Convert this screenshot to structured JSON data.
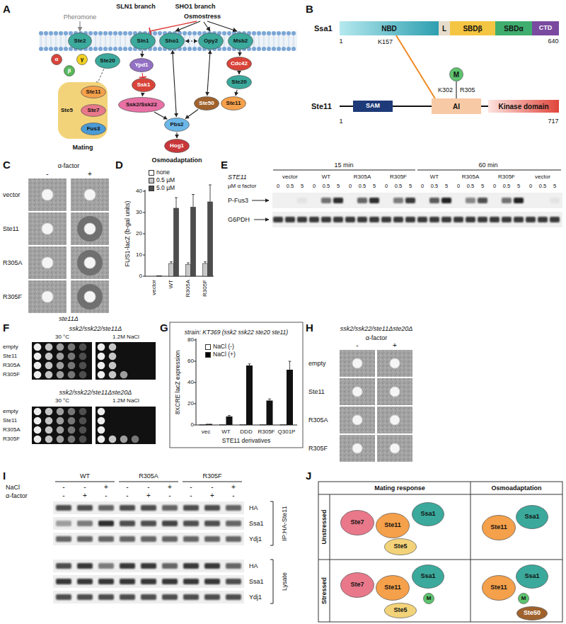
{
  "diagram": {
    "nodes": [
      {
        "text": [
          "Ste2"
        ]
      },
      {
        "text": [
          "α"
        ]
      },
      {
        "text": [
          "β"
        ]
      },
      {
        "text": [
          "γ"
        ]
      },
      {
        "text": [
          "Ste20"
        ]
      },
      {
        "text": [
          "Ste5"
        ]
      },
      {
        "text": [
          "Ste11"
        ],
        "in": 5
      },
      {
        "text": [
          "Ste7"
        ],
        "in": 5
      },
      {
        "text": [
          "Fus3"
        ],
        "in": 5
      },
      {
        "text": [
          "Sln1"
        ]
      },
      {
        "text": [
          "Sho1"
        ]
      },
      {
        "text": [
          "Opy2"
        ]
      },
      {
        "text": [
          "Msb2"
        ]
      },
      {
        "text": [
          "Ypd1"
        ]
      },
      {
        "text": [
          "Ssk1"
        ]
      },
      {
        "text": [
          "Ssk2/Ssk22"
        ]
      },
      {
        "text": [
          "Cdc42"
        ]
      },
      {
        "text": [
          "Ste20"
        ]
      },
      {
        "text": [
          "Ste50"
        ]
      },
      {
        "text": [
          "Ste11"
        ]
      },
      {
        "text": [
          "Pbs2"
        ]
      },
      {
        "text": [
          "Hog1"
        ]
      },
      {
        "text": [
          "NBD"
        ]
      },
      {
        "text": [
          "L"
        ]
      },
      {
        "text": [
          "SBDβ"
        ]
      },
      {
        "text": [
          "SBDα"
        ]
      },
      {
        "text": [
          "CTD"
        ]
      },
      {
        "text": [
          "M"
        ]
      },
      {
        "text": [
          "SAM"
        ]
      },
      {
        "text": [
          "AI"
        ]
      },
      {
        "text": [
          "Kinase domain"
        ]
      },
      {
        "text": [
          "Ste7"
        ]
      },
      {
        "text": [
          "Ste11"
        ]
      },
      {
        "text": [
          "Ssa1"
        ]
      },
      {
        "text": [
          "Ste5"
        ]
      },
      {
        "text": [
          "Ste11"
        ]
      },
      {
        "text": [
          "Ssa1"
        ]
      },
      {
        "text": [
          "Ste7"
        ]
      },
      {
        "text": [
          "Ste11"
        ]
      },
      {
        "text": [
          "Ssa1"
        ]
      },
      {
        "text": [
          "M"
        ]
      },
      {
        "text": [
          "Ste5"
        ]
      },
      {
        "text": [
          "Ste11"
        ]
      },
      {
        "text": [
          "Ssa1"
        ]
      },
      {
        "text": [
          "M"
        ]
      },
      {
        "text": [
          "Ste50"
        ]
      }
    ],
    "edges": [
      {
        "from": 4,
        "to": 6,
        "arrow": "to"
      },
      {
        "from": 6,
        "to": 7,
        "arrow": "to"
      },
      {
        "from": 7,
        "to": 8,
        "arrow": "to"
      },
      {
        "from": 9,
        "to": 13,
        "arrow": "to"
      },
      {
        "from": 13,
        "to": 14,
        "arrow": "to"
      },
      {
        "from": 14,
        "to": 15,
        "arrow": "to"
      },
      {
        "from": 15,
        "to": 20,
        "arrow": "to"
      },
      {
        "from": 10,
        "to": 20,
        "arrow": "both"
      },
      {
        "from": 10,
        "to": 11,
        "arrow": "both"
      },
      {
        "from": 11,
        "to": 18,
        "arrow": "both"
      },
      {
        "from": 12,
        "to": 16,
        "arrow": "to"
      },
      {
        "from": 16,
        "to": 17,
        "arrow": "to"
      },
      {
        "from": 17,
        "to": 19,
        "arrow": "to"
      },
      {
        "from": 18,
        "to": 20,
        "arrow": "to"
      },
      {
        "from": 20,
        "to": 21,
        "arrow": "to"
      },
      {
        "from": 22,
        "to": 29,
        "arrow": "none"
      },
      {
        "from": 27,
        "to": 29,
        "arrow": "none"
      }
    ],
    "labels": [
      "A",
      "Pheromone",
      "SLN1 branch",
      "SHO1 branch",
      "Osmostress",
      "Mating",
      "Osmoadaptation",
      "B",
      "Ssa1",
      "1",
      "640",
      "K157",
      "K302",
      "R305",
      "Ste11",
      "1",
      "717",
      "C",
      "α-factor",
      "-",
      "+",
      "vector",
      "Ste11",
      "R305A",
      "R305F",
      "ste11Δ",
      "D",
      "FUS1-lacZ (b-gal units)",
      "0",
      "10",
      "20",
      "30",
      "40",
      "vector",
      "WT",
      "R305A",
      "R305F",
      "E",
      "15 min",
      "60 min",
      "STE11",
      "vector",
      "WT",
      "R305A",
      "R305F",
      "WT",
      "R305A",
      "R305F",
      "vector",
      "µM α factor",
      "0",
      "0.5",
      "5",
      "0",
      "0.5",
      "5",
      "0",
      "0.5",
      "5",
      "0",
      "0.5",
      "5",
      "0",
      "0.5",
      "5",
      "0",
      "0.5",
      "5",
      "0",
      "0.5",
      "5",
      "0",
      "0.5",
      "5",
      "P-Fus3",
      "G6PDH",
      "F",
      "ssk2/ssk22/ste11Δ",
      "30 °C",
      "1.2M NaCl",
      "empty",
      "Ste11",
      "R305A",
      "R305F",
      "ssk2/ssk22/ste11Δste20Δ",
      "30 °C",
      "1.2M NaCl",
      "empty",
      "Ste11",
      "R305A",
      "R305F",
      "G",
      "strain: KT369 (ssk2 ssk22 ste20 ste11)",
      "8XCRE lacZ expression",
      "0",
      "20",
      "40",
      "60",
      "80",
      "vec",
      "WT",
      "DDD",
      "R305F",
      "Q301P",
      "STE11 derivatives",
      "H",
      "ssk2/ssk22/ste11Δste20Δ",
      "α-factor",
      "-",
      "+",
      "empty",
      "Ste11",
      "R305A",
      "R305F",
      "I",
      "WT",
      "R305A",
      "R305F",
      "NaCl",
      "-",
      "-",
      "+",
      "-",
      "-",
      "+",
      "-",
      "-",
      "+",
      "α-factor",
      "-",
      "+",
      "-",
      "-",
      "+",
      "-",
      "-",
      "+",
      "-",
      "HA",
      "Ssa1",
      "Ydj1",
      "IP:HA-Ste11",
      "HA",
      "Ssa1",
      "Ydj1",
      "Lysate",
      "J",
      "Mating response",
      "Osmoadaptation",
      "Unstressed",
      "Stressed"
    ],
    "legend": [
      {
        "text": "none",
        "color": "#ffffff"
      },
      {
        "text": "0.5 µM",
        "color": "#c8c8c8"
      },
      {
        "text": "5.0 µM",
        "color": "#4d4d4d"
      },
      {
        "text": "NaCl (-)",
        "color": "#ffffff"
      },
      {
        "text": "NaCl (+)",
        "color": "#000000"
      }
    ]
  }
}
